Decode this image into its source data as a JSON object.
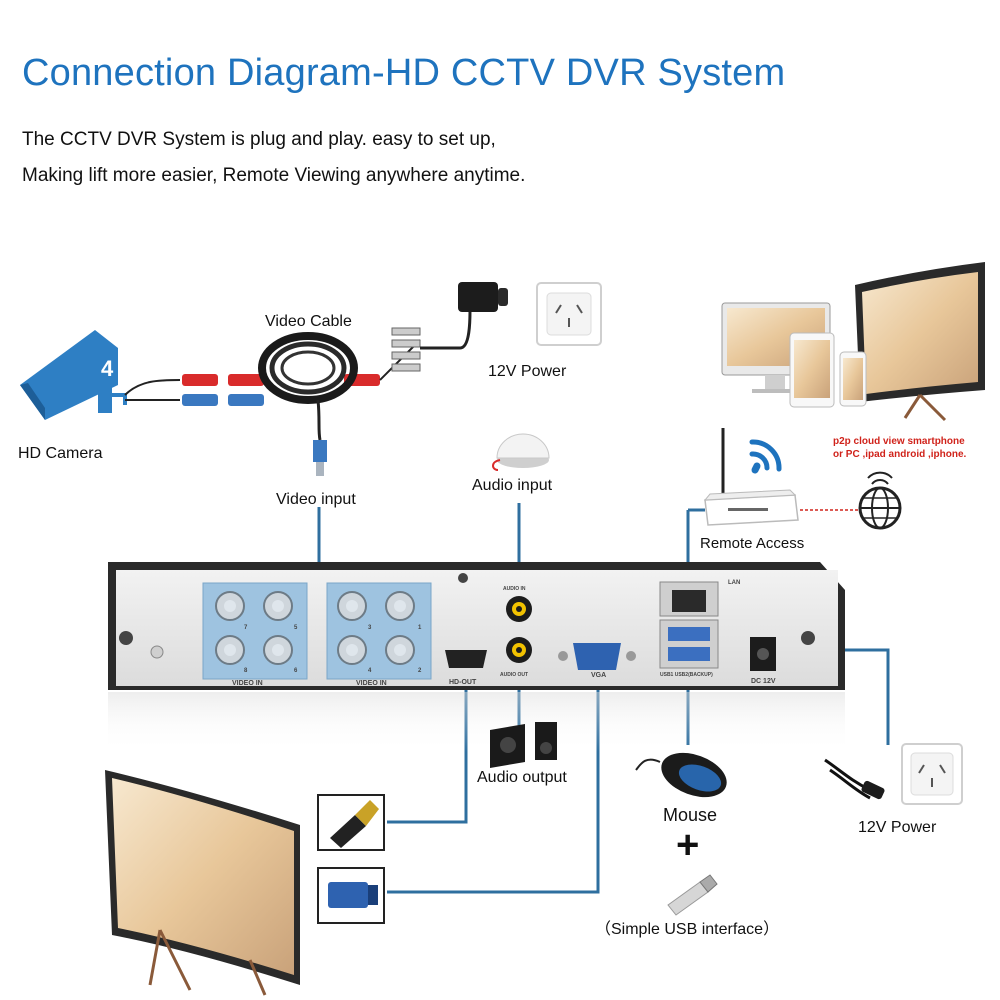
{
  "title": "Connection Diagram-HD CCTV DVR System",
  "intro": {
    "line1": "The CCTV DVR System is plug and play. easy to set up,",
    "line2": "Making lift more easier, Remote Viewing anywhere anytime."
  },
  "labels": {
    "video_cable": "Video Cable",
    "power_12v_top": "12V Power",
    "hd_camera": "HD Camera",
    "video_input": "Video input",
    "audio_input": "Audio input",
    "remote_access": "Remote Access",
    "p2p_note_line1": "p2p cloud view smartphone",
    "p2p_note_line2": "or PC ,ipad android ,iphone.",
    "audio_output": "Audio output",
    "mouse": "Mouse",
    "plus": "+",
    "usb_interface": "（Simple USB interface）",
    "power_12v_right": "12V Power"
  },
  "panel": {
    "video_in_left": "VIDEO IN",
    "video_in_right": "VIDEO IN",
    "hd_out": "HD-OUT",
    "audio_in": "AUDIO IN",
    "audio_out": "AUDIO OUT",
    "vga": "VGA",
    "lan": "LAN",
    "usb": "USB1  USB2(BACKUP)",
    "dc": "DC 12V",
    "port_numbers": [
      "7",
      "5",
      "3",
      "1",
      "8",
      "6",
      "4",
      "2"
    ]
  },
  "colors": {
    "title_blue": "#1e73be",
    "camera_blue": "#2e7fc4",
    "line_blue": "#2f6f9f",
    "note_red": "#d0231b",
    "dvr_panel": "#e9e9e9",
    "bnc_blue": "#9ec3e0"
  }
}
